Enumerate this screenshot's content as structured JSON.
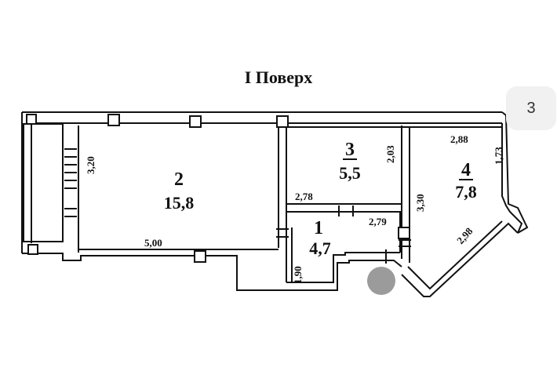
{
  "title": "I Поверх",
  "page_number": "3",
  "rooms": [
    {
      "number": "1",
      "area": "4,7"
    },
    {
      "number": "2",
      "area": "15,8"
    },
    {
      "number": "3",
      "area": "5,5"
    },
    {
      "number": "4",
      "area": "7,8"
    }
  ],
  "dimensions": {
    "room2_height": "3,20",
    "room2_width": "5,00",
    "room3_height": "2,03",
    "room3_width": "2,78",
    "room1_width": "2,79",
    "room1_height": "1,90",
    "room4_top": "2,88",
    "room4_right": "1,73",
    "room4_left": "3,30",
    "room4_diagonal": "2,98"
  }
}
